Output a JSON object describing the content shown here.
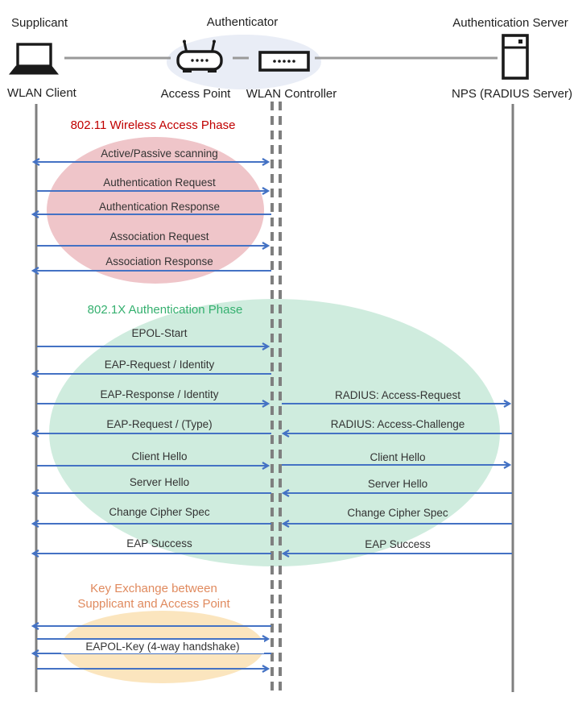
{
  "header": {
    "roles": {
      "supplicant": "Supplicant",
      "authenticator": "Authenticator",
      "auth_server": "Authentication Server"
    },
    "devices": {
      "wlan_client": "WLAN Client",
      "access_point": "Access Point",
      "wlan_controller": "WLAN Controller",
      "nps": "NPS (RADIUS Server)"
    }
  },
  "phases": {
    "wireless_access": {
      "title": "802.11 Wireless Access Phase",
      "title_color": "#C00000",
      "ellipse_color": "#EFC5C9"
    },
    "authentication": {
      "title": "802.1X Authentication Phase",
      "title_color": "#35B06F",
      "ellipse_color": "#CFECDE"
    },
    "key_exchange": {
      "title_line1": "Key Exchange between",
      "title_line2": "Supplicant and Access Point",
      "title_color": "#E08A5E",
      "ellipse_color": "#FBE5BE"
    }
  },
  "messages": {
    "scanning": {
      "label": "Active/Passive scanning",
      "from": "WLAN Client",
      "to": "WLAN Controller",
      "bidirectional": true
    },
    "auth_request": {
      "label": "Authentication Request",
      "from": "WLAN Client",
      "to": "WLAN Controller"
    },
    "auth_response": {
      "label": "Authentication Response",
      "from": "WLAN Controller",
      "to": "WLAN Client"
    },
    "assoc_request": {
      "label": "Association Request",
      "from": "WLAN Client",
      "to": "WLAN Controller"
    },
    "assoc_response": {
      "label": "Association Response",
      "from": "WLAN Controller",
      "to": "WLAN Client"
    },
    "epol_start": {
      "label": "EPOL-Start",
      "from": "WLAN Client",
      "to": "WLAN Controller"
    },
    "eap_request_identity": {
      "label": "EAP-Request / Identity",
      "from": "WLAN Controller",
      "to": "WLAN Client"
    },
    "eap_response_identity": {
      "label": "EAP-Response / Identity",
      "from": "WLAN Client",
      "to": "WLAN Controller"
    },
    "radius_access_request": {
      "label": "RADIUS: Access-Request",
      "from": "WLAN Controller",
      "to": "NPS (RADIUS Server)"
    },
    "eap_request_type": {
      "label": "EAP-Request / (Type)",
      "from": "WLAN Controller",
      "to": "WLAN Client"
    },
    "radius_access_challenge": {
      "label": "RADIUS: Access-Challenge",
      "from": "NPS (RADIUS Server)",
      "to": "WLAN Controller"
    },
    "client_hello_l": {
      "label": "Client Hello",
      "from": "WLAN Client",
      "to": "WLAN Controller"
    },
    "client_hello_r": {
      "label": "Client Hello",
      "from": "WLAN Controller",
      "to": "NPS (RADIUS Server)"
    },
    "server_hello_l": {
      "label": "Server Hello",
      "from": "WLAN Controller",
      "to": "WLAN Client"
    },
    "server_hello_r": {
      "label": "Server Hello",
      "from": "NPS (RADIUS Server)",
      "to": "WLAN Controller"
    },
    "change_cipher_l": {
      "label": "Change Cipher Spec",
      "from": "WLAN Controller",
      "to": "WLAN Client"
    },
    "change_cipher_r": {
      "label": "Change Cipher Spec",
      "from": "NPS (RADIUS Server)",
      "to": "WLAN Controller"
    },
    "eap_success_l": {
      "label": "EAP Success",
      "from": "WLAN Controller",
      "to": "WLAN Client"
    },
    "eap_success_r": {
      "label": "EAP Success",
      "from": "NPS (RADIUS Server)",
      "to": "WLAN Controller"
    },
    "eapol_key": {
      "label": "EAPOL-Key (4-way handshake)",
      "from": "WLAN Client",
      "to": "WLAN Controller",
      "bidirectional": true
    }
  },
  "colors": {
    "arrow": "#4472C4",
    "lifeline": "#7F7F7F",
    "connector": "#999999",
    "icon_stroke": "#1A1A1A",
    "authenticator_ellipse": "#E9EDF6",
    "phase1_ellipse": "#EFC5C9",
    "phase2_ellipse": "#CFECDE",
    "phase3_ellipse": "#FBE5BE"
  }
}
